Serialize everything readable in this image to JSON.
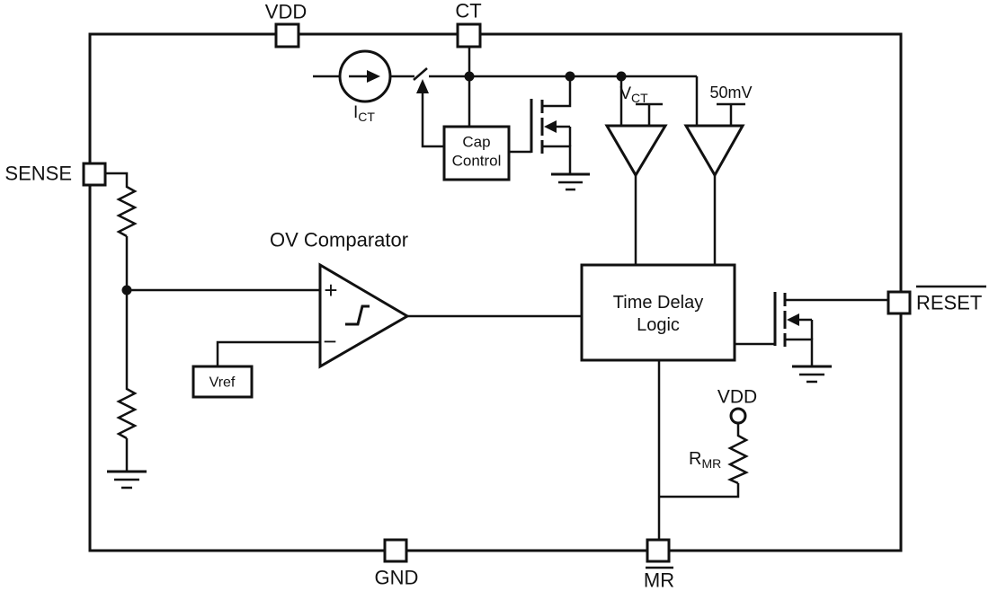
{
  "diagram_type": "ic-functional-block-diagram",
  "colors": {
    "line": "#111111",
    "background": "#ffffff"
  },
  "pins": {
    "vdd": "VDD",
    "ct": "CT",
    "sense": "SENSE",
    "reset": "RESET",
    "gnd": "GND",
    "mr": "MR"
  },
  "labels": {
    "ov_comparator": "OV Comparator",
    "fifty_mv": "50mV",
    "vdd_internal": "VDD",
    "plus_sign": "+",
    "minus_sign": "−",
    "ict": {
      "base": "I",
      "sub": "CT"
    },
    "vct": {
      "base": "V",
      "sub": "CT"
    },
    "rmr": {
      "base": "R",
      "sub": "MR"
    }
  },
  "blocks": {
    "cap_control": {
      "line1": "Cap",
      "line2": "Control"
    },
    "time_delay": {
      "line1": "Time Delay",
      "line2": "Logic"
    },
    "vref": "Vref"
  }
}
